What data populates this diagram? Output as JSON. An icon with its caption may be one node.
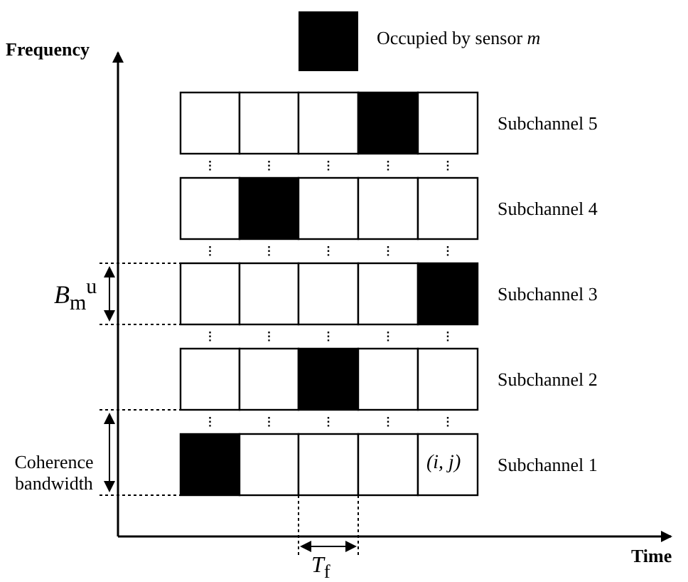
{
  "diagram": {
    "labels": [
      "Frequency",
      "Subchannel 5",
      "Subchannel 4",
      "*B*$_{m}$$^{u}$",
      "Subchannel 3",
      "Subchannel 2",
      "Coherence bandwidth",
      "(i, j)",
      "Subchannel 1",
      "Time",
      "*T*$_{f}$"
    ],
    "legend": [
      {
        "text": "Occupied by sensor *m*",
        "color": "#000000"
      }
    ]
  }
}
